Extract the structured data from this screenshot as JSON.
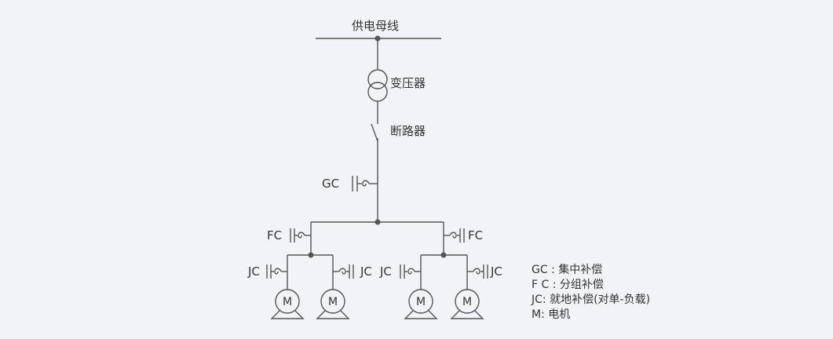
{
  "labels": {
    "bus": "供电母线",
    "transformer": "变压器",
    "breaker": "断路器",
    "gc": "GC",
    "fc_left": "FC",
    "fc_right": "FC",
    "jc1": "JC",
    "jc2": "JC",
    "jc3": "JC",
    "jc4": "JC"
  },
  "motor_symbol": "M",
  "legend": [
    "GC : 集中补偿",
    "F C : 分组补偿",
    "JC: 就地补偿(对单-负载)",
    "M: 电机"
  ],
  "colors": {
    "line": "#555555",
    "background": "#f0f4f8"
  }
}
